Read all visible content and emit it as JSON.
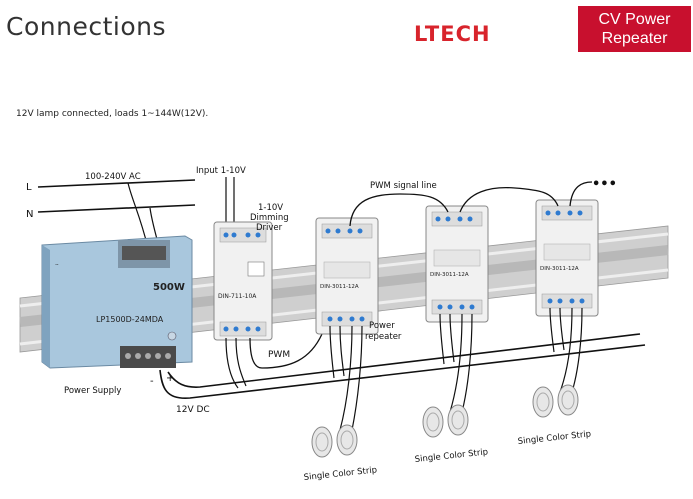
{
  "header": {
    "title": "Connections",
    "brand": "LTECH",
    "badge_line1": "CV Power",
    "badge_line2": "Repeater"
  },
  "note": "12V lamp connected, loads 1~144W(12V).",
  "labels": {
    "line_l": "L",
    "line_n": "N",
    "ac": "100-240V AC",
    "input": "Input 1-10V",
    "dimming_1": "1-10V",
    "dimming_2": "Dimming",
    "dimming_3": "Driver",
    "pwm_signal": "PWM signal line",
    "pwm": "PWM",
    "repeater_1": "Power",
    "repeater_2": "repeater",
    "power_supply": "Power Supply",
    "dc": "12V DC",
    "minus": "-",
    "plus": "+",
    "strip": "Single Color Strip",
    "ellipsis": "•••"
  },
  "devices": {
    "psu_watt": "500W",
    "psu_model": "LP1500D-24MDA",
    "driver": "DIN-711-10A",
    "repeater": "DIN-3011-12A"
  },
  "colors": {
    "brand_red": "#d8242c",
    "badge_red": "#c8102e",
    "psu_blue": "#9fc0d8",
    "terminal_blue": "#2f7bd0"
  }
}
